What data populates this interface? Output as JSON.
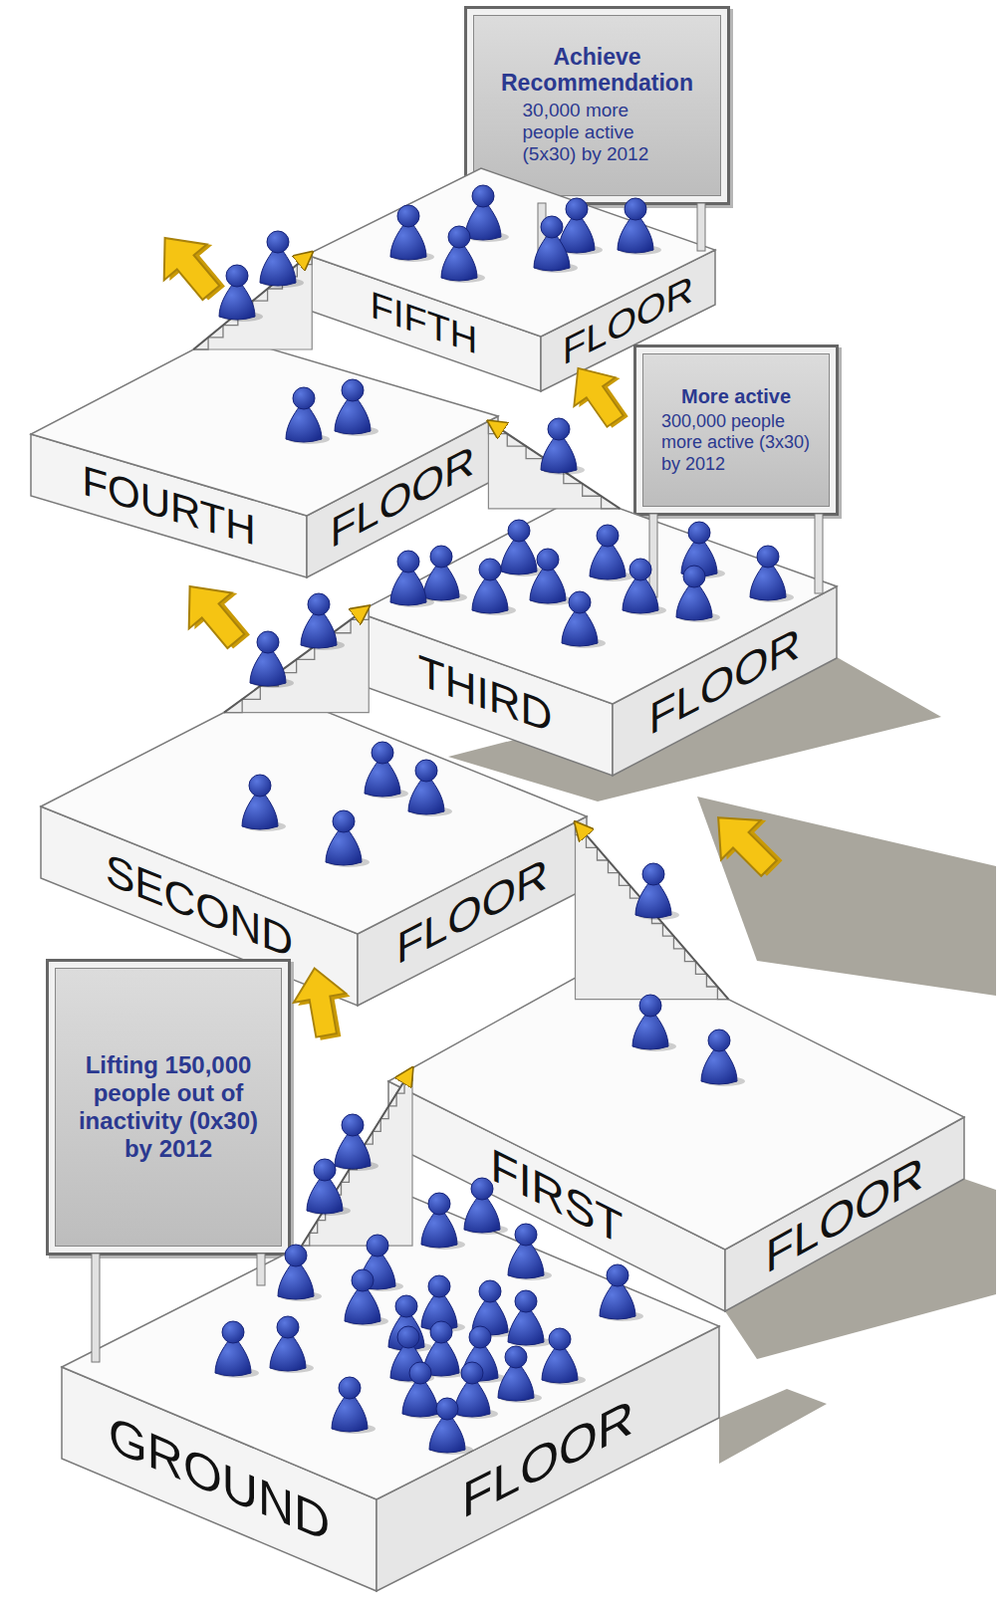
{
  "diagram": {
    "nodes": [
      {
        "text": [
          "Achieve Recommendation",
          "30,000 more people active (5x30) by 2012"
        ]
      },
      {
        "text": [
          "FIFTH",
          "FLOOR"
        ]
      },
      {
        "text": [
          "More active",
          "300,000 people more active (3x30) by 2012"
        ]
      },
      {
        "text": [
          "FOURTH",
          "FLOOR"
        ]
      },
      {
        "text": [
          "THIRD",
          "FLOOR"
        ]
      },
      {
        "text": [
          "SECOND",
          "FLOOR"
        ]
      },
      {
        "text": [
          "FIRST",
          "FLOOR"
        ]
      },
      {
        "text": [
          "Lifting 150,000 people out of inactivity (0x30) by 2012"
        ]
      },
      {
        "text": [
          "GROUND",
          "FLOOR"
        ]
      }
    ],
    "edges": [
      {
        "from": 8,
        "to": 6,
        "arrow": "to"
      },
      {
        "from": 6,
        "to": 5,
        "arrow": "to"
      },
      {
        "from": 5,
        "to": 4,
        "arrow": "to"
      },
      {
        "from": 4,
        "to": 3,
        "arrow": "to"
      },
      {
        "from": 3,
        "to": 1,
        "arrow": "to"
      }
    ]
  }
}
